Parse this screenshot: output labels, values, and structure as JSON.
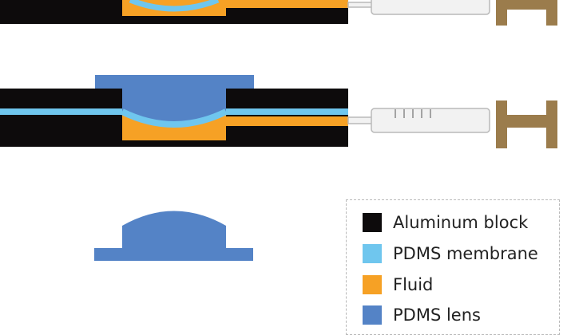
{
  "colors": {
    "aluminum": "#0d0b0c",
    "membrane": "#6fc6ee",
    "fluid": "#f6a125",
    "lens": "#5483c6",
    "syringe_barrel": "#f2f2f2",
    "syringe_outline": "#b9b9b9",
    "syringe_handle": "#9b7c4c"
  },
  "legend": {
    "items": [
      {
        "label": "Aluminum block",
        "color": "#0d0b0c"
      },
      {
        "label": "PDMS membrane",
        "color": "#6fc6ee"
      },
      {
        "label": "Fluid",
        "color": "#f6a125"
      },
      {
        "label": "PDMS lens",
        "color": "#5483c6"
      }
    ]
  }
}
